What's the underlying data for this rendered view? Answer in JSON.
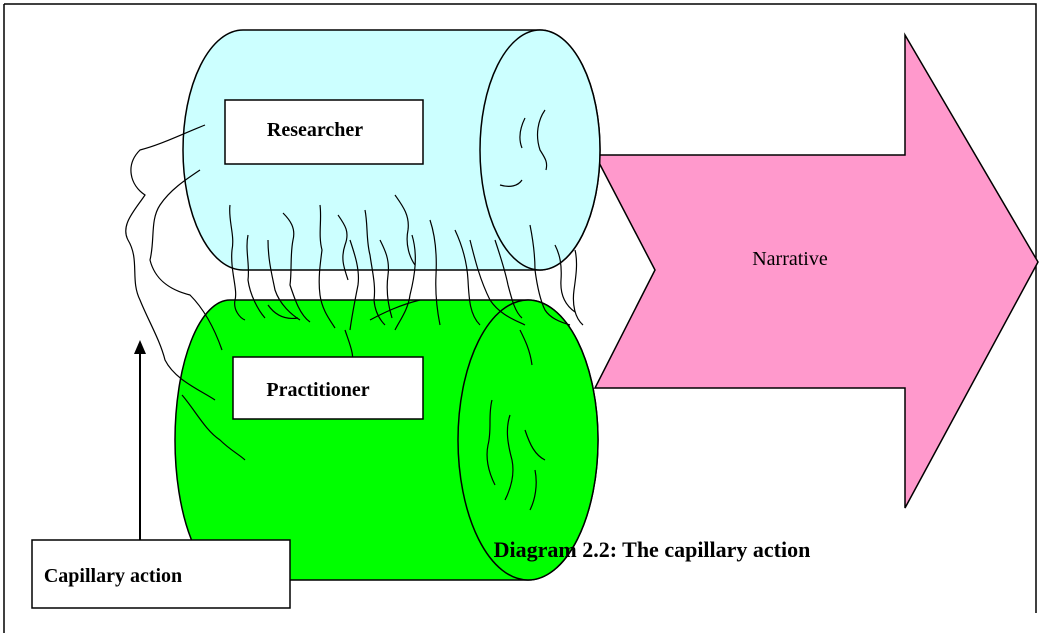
{
  "diagram": {
    "caption": "Diagram 2.2: The capillary action",
    "nodes": {
      "researcher": {
        "label": "Researcher",
        "fill": "#ccffff"
      },
      "practitioner": {
        "label": "Practitioner",
        "fill": "#00ff00"
      },
      "narrative": {
        "label": "Narrative",
        "fill": "#ff99cc"
      },
      "capillary": {
        "label": "Capillary action"
      }
    },
    "colors": {
      "stroke": "#000000",
      "background": "#ffffff"
    }
  }
}
